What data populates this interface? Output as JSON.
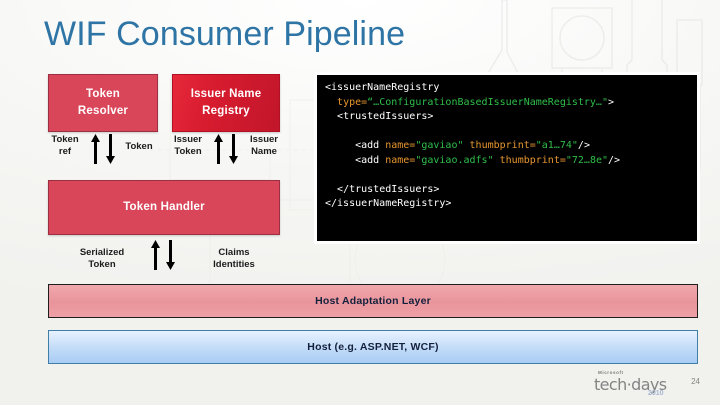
{
  "slide": {
    "title": "WIF Consumer Pipeline",
    "page_number": "24",
    "accent_blue": "#2e75a6",
    "box_red_flat": "#d9465a",
    "box_red_gradient": "#d61b2e"
  },
  "diagram": {
    "boxes": [
      {
        "id": "token-resolver",
        "label": "Token\nResolver"
      },
      {
        "id": "issuer-registry",
        "label": "Issuer Name\nRegistry"
      },
      {
        "id": "token-handler",
        "label": "Token Handler"
      }
    ],
    "captions": [
      {
        "id": "token-ref",
        "label": "Token\nref"
      },
      {
        "id": "token",
        "label": "Token"
      },
      {
        "id": "issuer-token",
        "label": "Issuer\nToken"
      },
      {
        "id": "issuer-name",
        "label": "Issuer\nName"
      },
      {
        "id": "serialized-token",
        "label": "Serialized\nToken"
      },
      {
        "id": "claims-identities",
        "label": "Claims\nIdentities"
      }
    ],
    "layers": [
      {
        "id": "host-adaptation",
        "label": "Host Adaptation Layer"
      },
      {
        "id": "host",
        "label": "Host (e.g. ASP.NET, WCF)"
      }
    ]
  },
  "code": {
    "language": "xml",
    "lines": [
      {
        "segments": [
          {
            "t": "<issuerNameRegistry",
            "k": "tag"
          }
        ]
      },
      {
        "indent": 2,
        "segments": [
          {
            "t": "type=",
            "k": "attr"
          },
          {
            "t": "“…ConfigurationBasedIssuerNameRegistry…\"",
            "k": "val"
          },
          {
            "t": ">",
            "k": "punct"
          }
        ]
      },
      {
        "indent": 2,
        "segments": [
          {
            "t": "<trustedIssuers>",
            "k": "tag"
          }
        ]
      },
      {
        "blank": true
      },
      {
        "indent": 5,
        "segments": [
          {
            "t": "<add ",
            "k": "tag"
          },
          {
            "t": "name=",
            "k": "attr"
          },
          {
            "t": "\"gaviao\"",
            "k": "val"
          },
          {
            "t": " ",
            "k": "punct"
          },
          {
            "t": "thumbprint=",
            "k": "attr"
          },
          {
            "t": "\"a1…74\"",
            "k": "val"
          },
          {
            "t": "/>",
            "k": "punct"
          }
        ]
      },
      {
        "indent": 5,
        "segments": [
          {
            "t": "<add ",
            "k": "tag"
          },
          {
            "t": "name=",
            "k": "attr"
          },
          {
            "t": "\"gaviao.adfs\"",
            "k": "val"
          },
          {
            "t": " ",
            "k": "punct"
          },
          {
            "t": "thumbprint=",
            "k": "attr"
          },
          {
            "t": "\"72…8e\"",
            "k": "val"
          },
          {
            "t": "/>",
            "k": "punct"
          }
        ]
      },
      {
        "blank": true
      },
      {
        "indent": 2,
        "segments": [
          {
            "t": "</trustedIssuers>",
            "k": "tag"
          }
        ]
      },
      {
        "segments": [
          {
            "t": "</issuerNameRegistry>",
            "k": "tag"
          }
        ]
      }
    ]
  },
  "footer": {
    "brand_small": "Microsoft",
    "brand_main": "tech·days",
    "brand_year": "2010",
    "page_number": "24"
  }
}
